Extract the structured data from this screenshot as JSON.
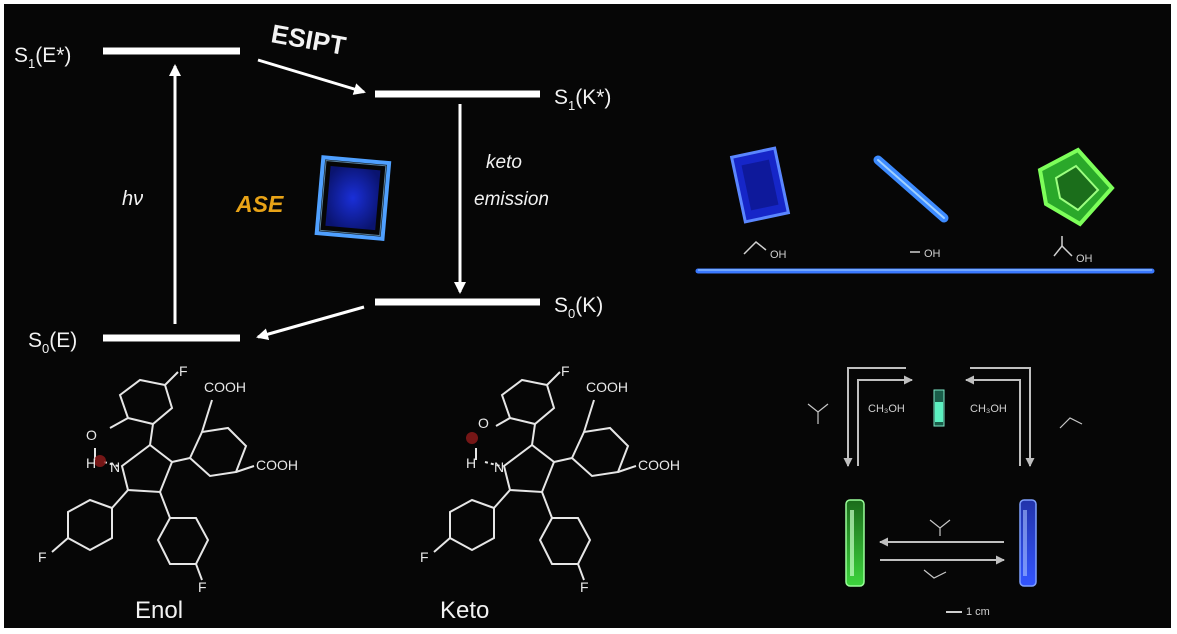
{
  "energy_diagram": {
    "s1_enol": "S",
    "s1_enol_sub": "1",
    "s1_enol_state": "(E*)",
    "s1_keto": "S",
    "s1_keto_sub": "1",
    "s1_keto_state": "(K*)",
    "s0_keto": "S",
    "s0_keto_sub": "0",
    "s0_keto_state": "(K)",
    "s0_enol": "S",
    "s0_enol_sub": "0",
    "s0_enol_state": "(E)",
    "esipt": "ESIPT",
    "absorption": "hν",
    "keto_emission_line1": "keto",
    "keto_emission_line2": "emission",
    "ase": "ASE"
  },
  "colors": {
    "ase": "#e8a317",
    "blue_crystal": "#2a4cff",
    "green_crystal": "#5cff3a",
    "panel_bg": "#060606"
  },
  "structures": {
    "enol_label": "Enol",
    "keto_label": "Keto",
    "fluorine": "F",
    "cooh": "COOH",
    "oxygen": "O",
    "hydrogen": "H",
    "nitrogen": "N"
  },
  "crystals": {
    "solvent_label": "OH"
  },
  "vials": {
    "solvent_left": "CH₃OH",
    "solvent_right": "CH₃OH",
    "scale_bar": "1 cm"
  }
}
